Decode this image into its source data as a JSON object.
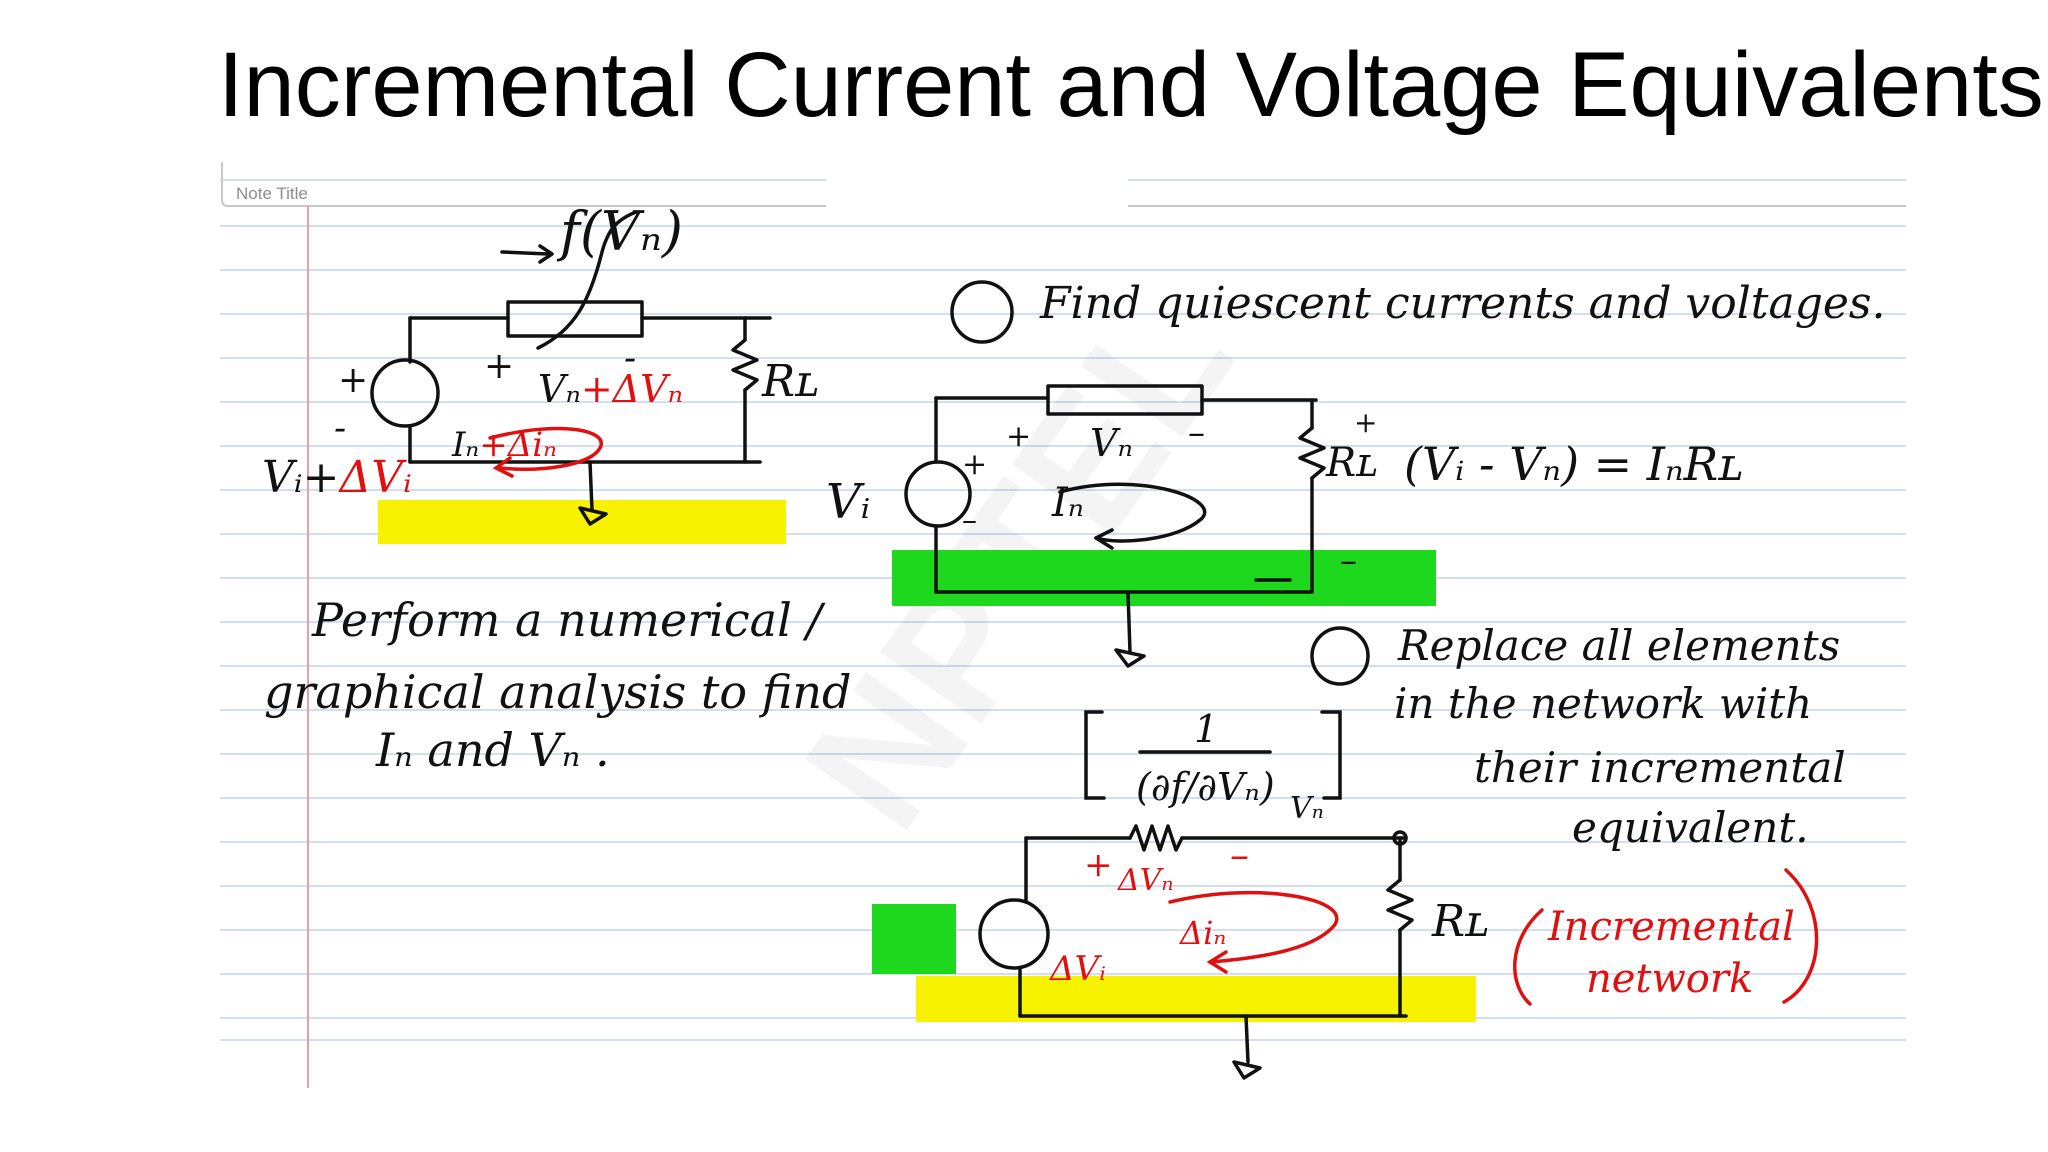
{
  "slide": {
    "title": "Incremental Current and Voltage Equivalents"
  },
  "notebook": {
    "note_title": "Note Title",
    "watermark": "NPTEL"
  },
  "circuit1": {
    "func": "f(Vₙ)",
    "plus_left": "+",
    "minus_left": "-",
    "plus_elem": "+",
    "minus_elem": "-",
    "vn_dvn_black": "Vₙ",
    "vn_dvn_red": "+ΔVₙ",
    "in_black": "Iₙ",
    "in_red": "+Δiₙ",
    "vi_black": "Vᵢ+",
    "vi_red": "ΔVᵢ",
    "rl": "Rʟ"
  },
  "circuit2": {
    "heading": "Find quiescent currents and voltages.",
    "vi": "Vᵢ",
    "plus_src": "+",
    "minus_src": "–",
    "plus_elem": "+",
    "minus_elem": "–",
    "vn": "Vₙ",
    "in": "Iₙ",
    "rl": "Rʟ",
    "rl_plus": "+",
    "rl_minus": "–",
    "equation": "(Vᵢ - Vₙ) = IₙRʟ"
  },
  "notes": {
    "line1": "Perform a numerical /",
    "line2": "graphical analysis to find",
    "line3": "Iₙ and Vₙ ."
  },
  "circuit3": {
    "replace_line1": "Replace all elements",
    "replace_line2": "in the network with",
    "replace_line3": "their incremental",
    "replace_line4": "equivalent.",
    "fraction_num": "1",
    "fraction_den": "(∂f/∂Vₙ)",
    "fraction_sub": "Vₙ",
    "plus": "+",
    "minus": "–",
    "dvn": "ΔVₙ",
    "din": "Δiₙ",
    "dvi": "ΔVᵢ",
    "rl": "Rʟ",
    "incremental_line1": "Incremental",
    "incremental_line2": "network"
  },
  "colors": {
    "ink": "#111111",
    "red_ink": "#e01010",
    "yellow_highlight": "#f7f300",
    "green_highlight": "#1ed81e",
    "rule_line": "#c5d4e6",
    "margin_line": "#e6a0a0"
  }
}
